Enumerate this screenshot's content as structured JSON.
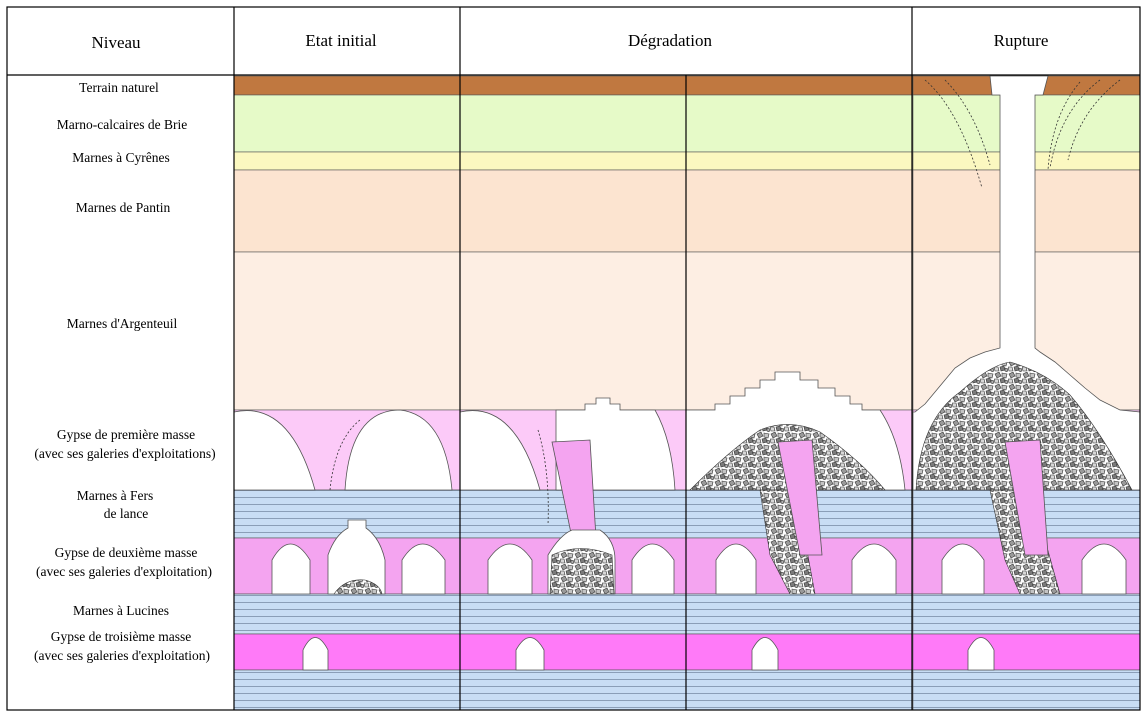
{
  "header": {
    "level": "Niveau",
    "initial": "Etat initial",
    "degradation": "Dégradation",
    "rupture": "Rupture"
  },
  "layers": [
    {
      "lines": [
        "Terrain naturel"
      ]
    },
    {
      "lines": [
        "Marno-calcaires de Brie"
      ]
    },
    {
      "lines": [
        "Marnes à Cyrênes"
      ]
    },
    {
      "lines": [
        "Marnes de Pantin"
      ]
    },
    {
      "lines": [
        "Marnes d'Argenteuil"
      ]
    },
    {
      "lines": [
        "Gypse de première masse",
        "(avec ses galeries d'exploitations)"
      ]
    },
    {
      "lines": [
        "Marnes à Fers",
        "de lance"
      ]
    },
    {
      "lines": [
        "Gypse de deuxième masse",
        "(avec ses galeries d'exploitation)"
      ]
    },
    {
      "lines": [
        "Marnes à Lucines"
      ]
    },
    {
      "lines": [
        "Gypse de troisième masse",
        "(avec ses galeries d'exploitation)"
      ]
    }
  ],
  "colors": {
    "terrain_naturel": "#c07840",
    "marno_calcaires": "#e6fac8",
    "marnes_cyrenes": "#fbf8c0",
    "marnes_pantin": "#fce4d0",
    "marnes_argenteuil": "#fdeee3",
    "gypse_1": "#fccaf8",
    "marnes_bleues": "#c8ddf4",
    "gypse_2": "#f4a4f0",
    "gypse_3": "#ff7af8",
    "rubble": "#9a9a9a"
  }
}
